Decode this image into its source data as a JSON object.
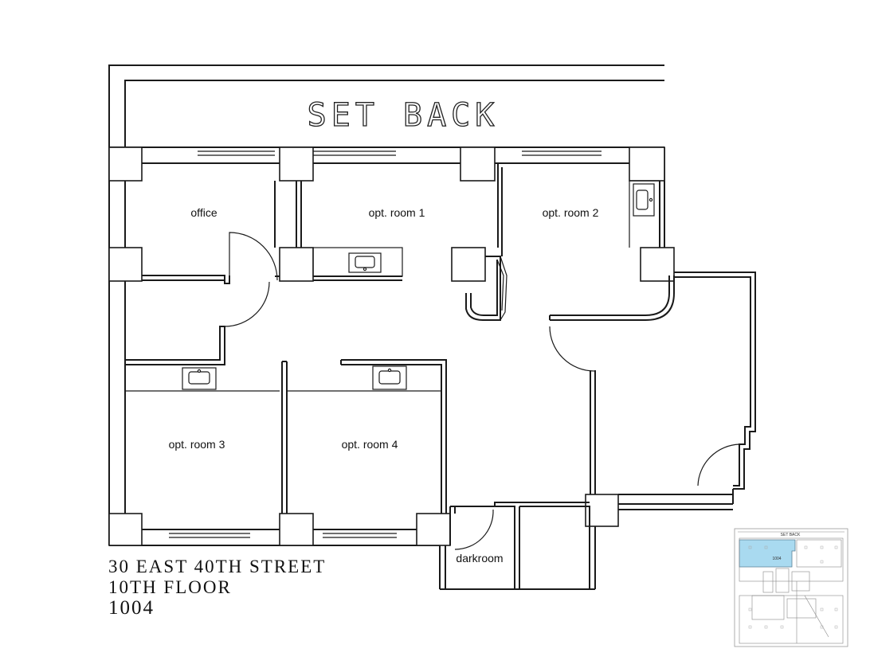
{
  "plan": {
    "setback_label": "SET BACK",
    "rooms": {
      "office": "office",
      "opt_room_1": "opt. room 1",
      "opt_room_2": "opt. room 2",
      "opt_room_3": "opt. room 3",
      "opt_room_4": "opt. room 4",
      "darkroom": "darkroom"
    }
  },
  "address": {
    "street": "30 EAST 40TH STREET",
    "floor": "10TH FLOOR",
    "suite": "1004"
  },
  "key_plan": {
    "setback_label": "SET BACK",
    "suite_label": "1004",
    "highlight_color": "#a9daf0"
  }
}
